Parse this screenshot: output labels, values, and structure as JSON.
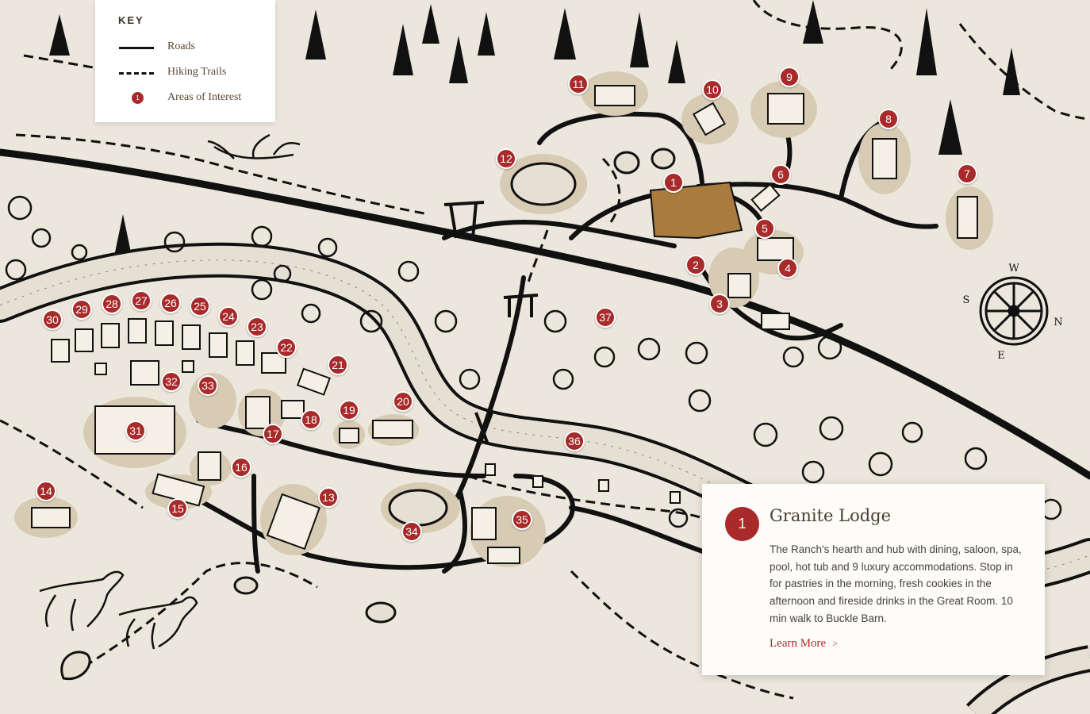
{
  "key": {
    "title": "KEY",
    "items": [
      {
        "label": "Roads",
        "style": "solid"
      },
      {
        "label": "Hiking Trails",
        "style": "dashed"
      },
      {
        "label": "Areas of Interest",
        "style": "marker",
        "marker_label": "1"
      }
    ]
  },
  "colors": {
    "background": "#ece7dd",
    "marker": "#a82a2a",
    "building_patch": "#d7cbb4",
    "highlight_patch": "#a97b3f",
    "ink": "#111111"
  },
  "markers": [
    "1",
    "2",
    "3",
    "4",
    "5",
    "6",
    "7",
    "8",
    "9",
    "10",
    "11",
    "12",
    "13",
    "14",
    "15",
    "16",
    "17",
    "18",
    "19",
    "20",
    "21",
    "22",
    "23",
    "24",
    "25",
    "26",
    "27",
    "28",
    "29",
    "30",
    "31",
    "32",
    "33",
    "34",
    "35",
    "36",
    "37"
  ],
  "selected": {
    "number": "1",
    "title": "Granite Lodge",
    "description": "The Ranch's hearth and hub with dining, saloon, spa, pool, hot tub and 9 luxury accommodations. Stop in for pastries in the morning, fresh cookies in the afternoon and fireside drinks in the Great Room. 10 min walk to Buckle Barn.",
    "link_label": "Learn More",
    "link_icon": "chevron-right-icon"
  },
  "compass": {
    "labels": [
      "W",
      "N",
      "E",
      "S"
    ],
    "icon": "wagon-wheel-compass-icon"
  }
}
